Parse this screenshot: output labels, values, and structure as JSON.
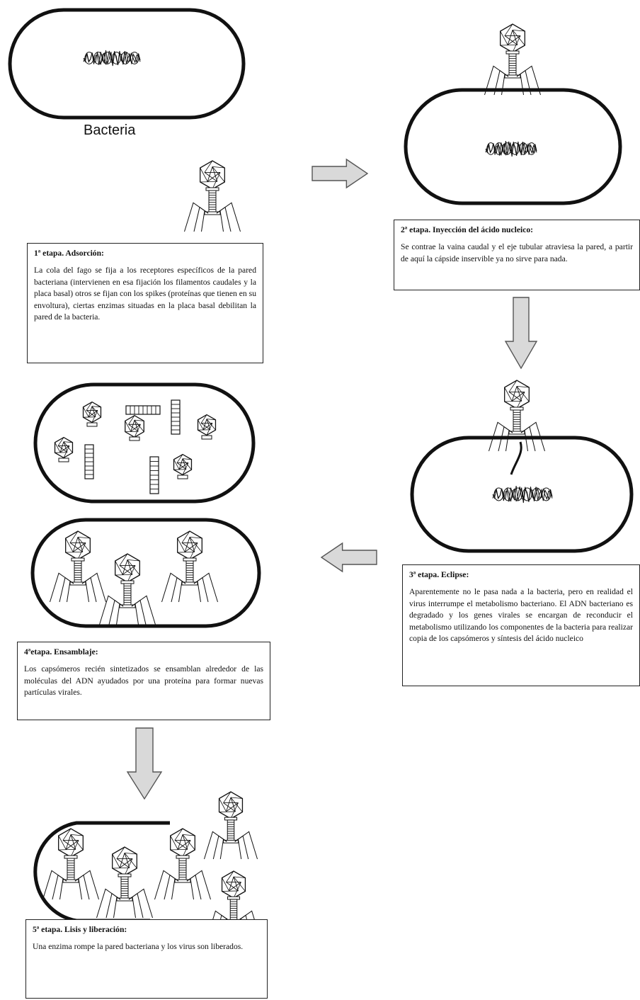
{
  "labels": {
    "bacteria": "Bacteria"
  },
  "stages": [
    {
      "title": "1ª etapa. Adsorción:",
      "text": "La cola del fago se fija a los receptores específicos de la pared bacteriana (intervienen en esa fijación los filamentos caudales y la placa basal) otros se fijan con los spikes (proteínas que tienen en su envoltura), ciertas enzimas situadas en la placa basal debilitan la pared de la bacteria."
    },
    {
      "title": "2ª etapa. Inyección del ácido nucleico:",
      "text": "Se contrae la vaina caudal y el eje tubular atraviesa la pared, a partir de aquí la cápside inservible ya no sirve para nada."
    },
    {
      "title": "3ª etapa. Eclipse:",
      "text": "Aparentemente no le pasa nada a la bacteria, pero en realidad el virus interrumpe el metabolismo bacteriano. El ADN bacteriano es degradado y los genes virales se encargan de reconducir el metabolismo utilizando los componentes de la bacteria para realizar copia de los capsómeros y síntesis del ácido nucleico"
    },
    {
      "title": "4ªetapa. Ensamblaje:",
      "text": "Los capsómeros recién sintetizados se ensamblan alrededor de las moléculas del ADN ayudados por una proteína para formar nuevas partículas virales."
    },
    {
      "title": "5ª etapa. Lisis y liberación:",
      "text": "Una enzima rompe la pared bacteriana y los virus son liberados."
    }
  ],
  "icons": {
    "arrows": [
      "arrow-right-icon",
      "arrow-down-icon",
      "arrow-left-icon",
      "arrow-down-icon"
    ],
    "shapes": [
      "bacterium-icon",
      "bacteriophage-icon",
      "dna-icon",
      "capsid-icon",
      "tail-icon"
    ]
  },
  "colors": {
    "outline": "#111111",
    "arrow_fill": "#d9d9d9",
    "arrow_stroke": "#555555"
  }
}
